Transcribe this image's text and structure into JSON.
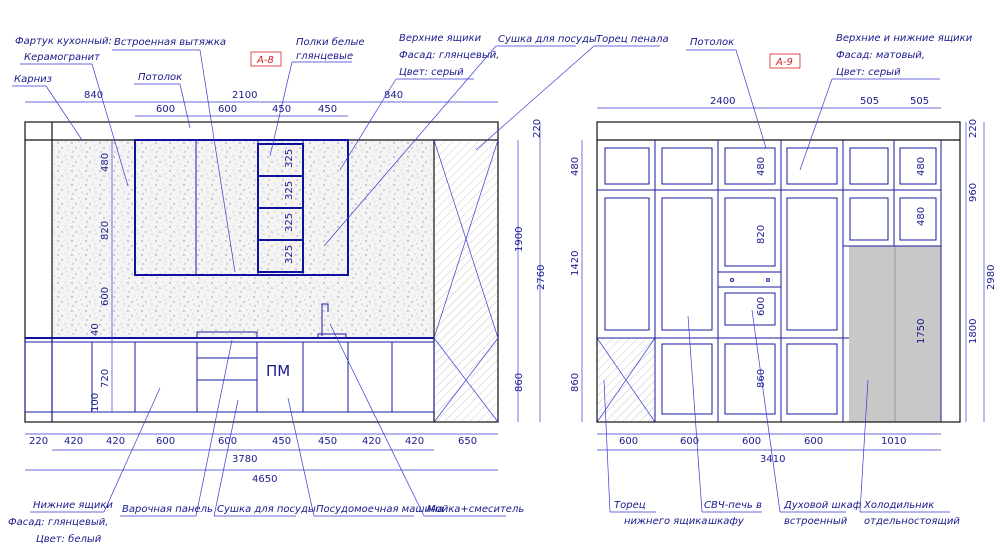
{
  "tags": {
    "a8": "А-8",
    "a9": "А-9"
  },
  "labels": {
    "fartuk_1": "Фартук кухонный:",
    "fartuk_2": "Керамогранит",
    "karniz": "Карниз",
    "vytyazhka": "Встроенная вытяжка",
    "potolok_left": "Потолок",
    "polki_1": "Полки белые",
    "polki_2": "глянцевые",
    "verh_1": "Верхние ящики",
    "verh_2": "Фасад: глянцевый,",
    "verh_3": "Цвет: серый",
    "sushka_top": "Сушка для посуды",
    "torets_penala": "Торец пенала",
    "potolok_right": "Потолок",
    "vn_1": "Верхние и нижние ящики",
    "vn_2": "Фасад: матовый,",
    "vn_3": "Цвет: серый",
    "nizh_1": "Нижние ящики",
    "nizh_2": "Фасад: глянцевый,",
    "nizh_3": "Цвет: белый",
    "varochnaya": "Варочная панель",
    "sushka_bottom": "Сушка для посуды",
    "posudomoechnaya": "Посудомоечная машина",
    "moyka": "Мойка+смеситель",
    "torets_nizh_1": "Торец",
    "torets_nizh_2": "нижнего ящика",
    "svch_1": "СВЧ-печь в",
    "svch_2": "шкафу",
    "duhovoy_1": "Духовой шкаф",
    "duhovoy_2": "встроенный",
    "holod_1": "Холодильник",
    "holod_2": "отдельностоящий",
    "pm": "ПМ"
  },
  "dims_left": {
    "top_840a": "840",
    "top_2100": "2100",
    "top_840b": "840",
    "top_600a": "600",
    "top_600b": "600",
    "top_450a": "450",
    "top_450b": "450",
    "v_480": "480",
    "v_820": "820",
    "v_600": "600",
    "v_40": "40",
    "v_720": "720",
    "v_100": "100",
    "shelf_325a": "325",
    "shelf_325b": "325",
    "shelf_325c": "325",
    "shelf_325d": "325",
    "r_220": "220",
    "r_1900": "1900",
    "r_2760": "2760",
    "r_860": "860",
    "b_220": "220",
    "b_420a": "420",
    "b_420b": "420",
    "b_600a": "600",
    "b_600b": "600",
    "b_450a": "450",
    "b_450b": "450",
    "b_420c": "420",
    "b_420d": "420",
    "b_650": "650",
    "b_3780": "3780",
    "b_4650": "4650"
  },
  "dims_right": {
    "top_2400": "2400",
    "top_505a": "505",
    "top_505b": "505",
    "l_480": "480",
    "l_1420": "1420",
    "l_860": "860",
    "i_480a": "480",
    "i_820": "820",
    "i_600": "600",
    "i_860": "860",
    "i_480b": "480",
    "i_480c": "480",
    "i_1750": "1750",
    "r_220": "220",
    "r_960": "960",
    "r_2980": "2980",
    "r_1800": "1800",
    "b_600a": "600",
    "b_600b": "600",
    "b_600c": "600",
    "b_600d": "600",
    "b_1010": "1010",
    "b_3410": "3410"
  },
  "colors": {
    "line": "#1a1aa0",
    "text": "#1a1a8c",
    "tag": "#d42020",
    "fridge": "#c8c8c8"
  }
}
